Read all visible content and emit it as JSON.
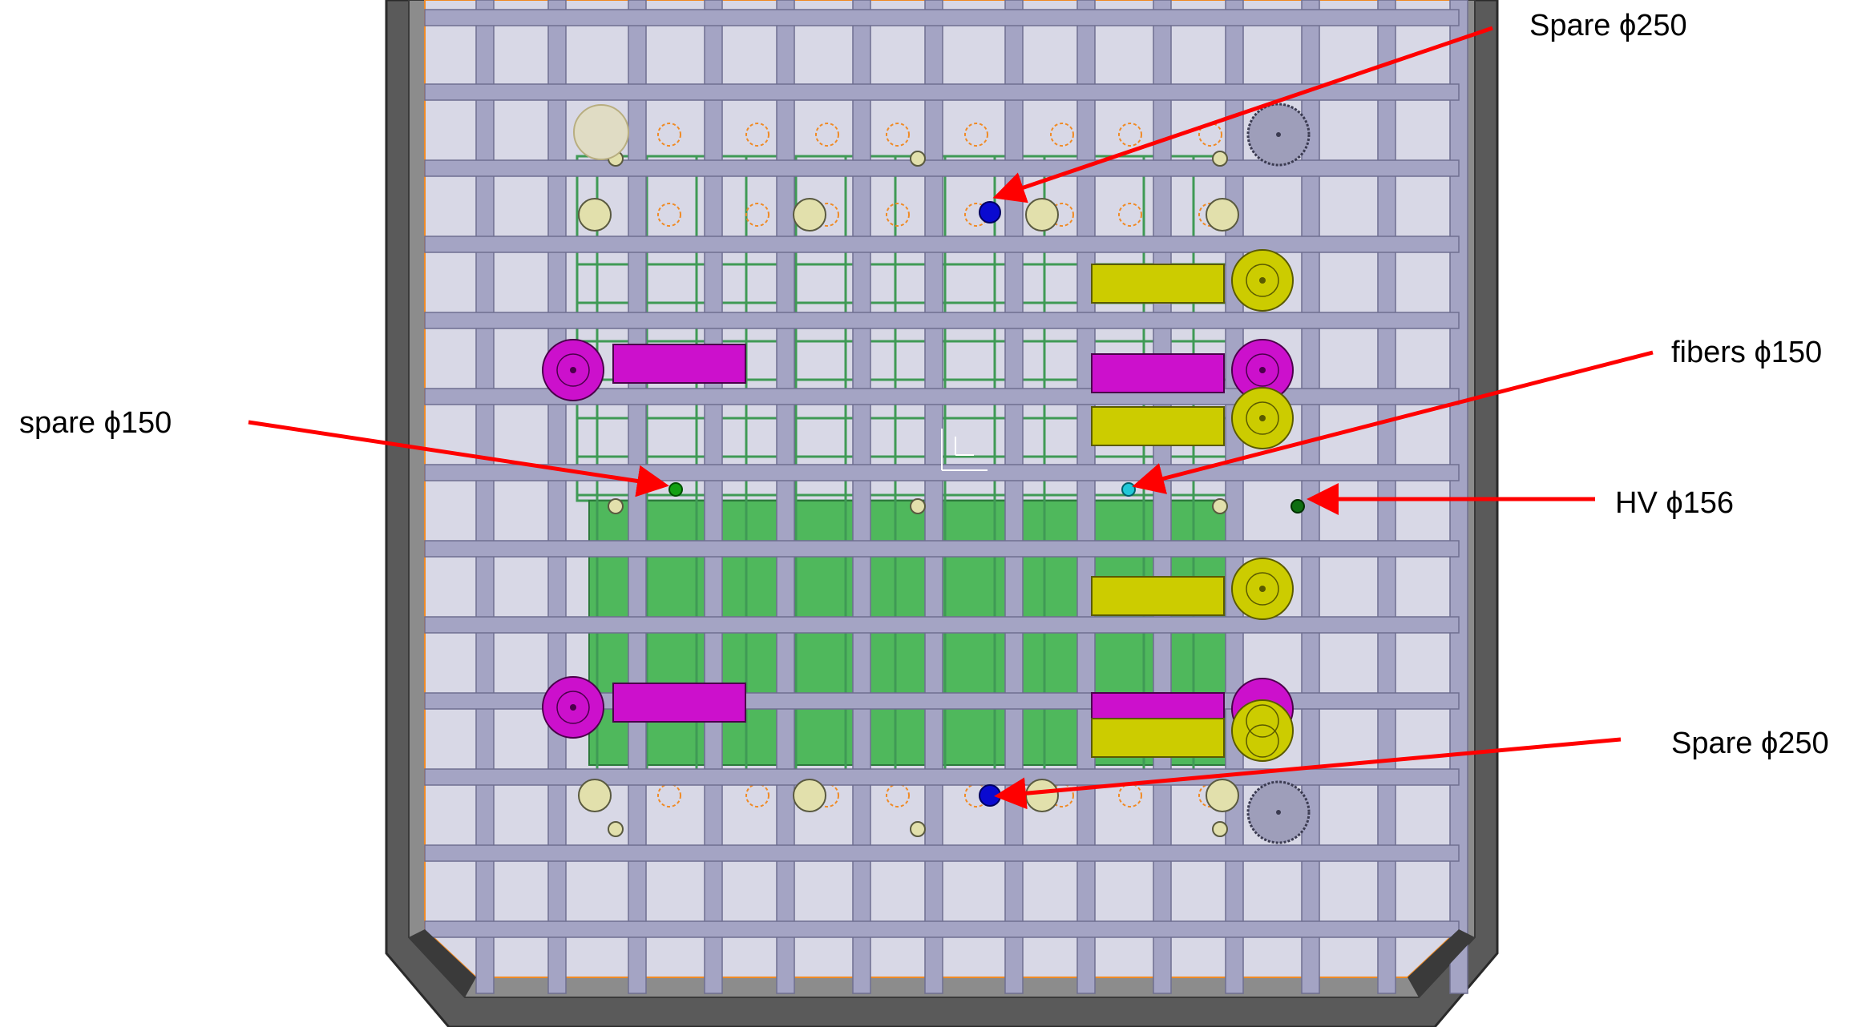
{
  "labels": {
    "spare_top": "Spare ϕ250",
    "fibers": "fibers ϕ150",
    "spare_left": "spare ϕ150",
    "hv": "HV ϕ156",
    "spare_bottom": "Spare ϕ250"
  },
  "colors": {
    "background": "#ffffff",
    "frame_dark": "#5a5a5a",
    "frame_mid": "#8c8c8c",
    "panel": "#d8d8e6",
    "beam": "#a4a4c4",
    "beam_edge": "#6e6e90",
    "green_plate": "#4fb85c",
    "green_pipe": "#3f9a55",
    "orange_outline": "#f08a24",
    "cream": "#e2e0ac",
    "magenta": "#cc10cc",
    "yellow": "#cccc00",
    "blue_port": "#0a0ad0",
    "cyan_port": "#20c8d8",
    "green_port": "#12a012",
    "dark_green_port": "#0e6e12",
    "arrow_red": "#ff0000",
    "flange_grey": "#9e9eba"
  },
  "icons": [
    "coordinate-axes-icon"
  ]
}
